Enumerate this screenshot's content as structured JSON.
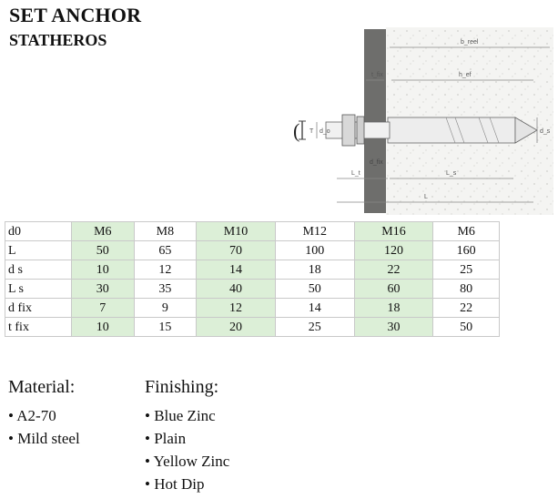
{
  "header": {
    "title": "SET ANCHOR",
    "subtitle": "STATHEROS"
  },
  "diagram": {
    "labels": [
      "b_reel",
      "t_fix",
      "h_ef",
      "d_o",
      "T",
      "d_s",
      "d_fix",
      "L_t",
      "L_s",
      "L"
    ]
  },
  "table": {
    "rows": [
      {
        "label": "d0",
        "values": [
          "M6",
          "M8",
          "M10",
          "M12",
          "M16",
          "M6"
        ]
      },
      {
        "label": "L",
        "values": [
          "50",
          "65",
          "70",
          "100",
          "120",
          "160"
        ]
      },
      {
        "label": "d s",
        "values": [
          "10",
          "12",
          "14",
          "18",
          "22",
          "25"
        ]
      },
      {
        "label": "L s",
        "values": [
          "30",
          "35",
          "40",
          "50",
          "60",
          "80"
        ]
      },
      {
        "label": "d fix",
        "values": [
          "7",
          "9",
          "12",
          "14",
          "18",
          "22"
        ]
      },
      {
        "label": "t fix",
        "values": [
          "10",
          "15",
          "20",
          "25",
          "30",
          "50"
        ]
      }
    ],
    "highlight_color": "#dcefd7"
  },
  "material": {
    "heading": "Material:",
    "items": [
      "• A2-70",
      "• Mild steel"
    ]
  },
  "finishing": {
    "heading": "Finishing:",
    "items": [
      "• Blue Zinc",
      "• Plain",
      "• Yellow Zinc",
      "• Hot Dip"
    ]
  }
}
